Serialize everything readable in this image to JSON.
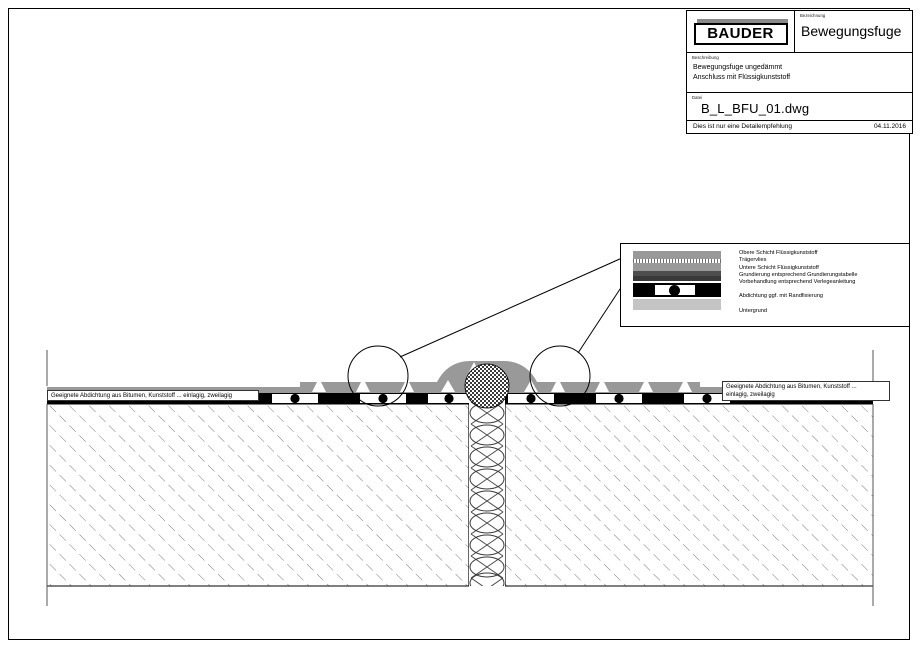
{
  "document": {
    "sheet_kind": "technical-detail-drawing",
    "manufacturer": "BAUDER"
  },
  "titleblock": {
    "logo_text": "BAUDER",
    "designation_tag": "Bezeichnung",
    "designation": "Bewegungsfuge",
    "description_tag": "Beschreibung",
    "description_line1": "Bewegungsfuge ungedämmt",
    "description_line2": "Anschluss mit Flüssigkunststoff",
    "file_tag": "Datei",
    "file_name": "B_L_BFU_01.dwg",
    "footer_note": "Dies ist nur eine Detailempfehlung",
    "footer_date": "04.11.2016"
  },
  "legend": {
    "items": [
      {
        "label": "Obere Schicht Flüssigkunststoff",
        "swatch": "grey-medium"
      },
      {
        "label": "Trägervlies",
        "swatch": "fleece-dashed"
      },
      {
        "label": "Untere Schicht Flüssigkunststoff",
        "swatch": "grey-medium"
      },
      {
        "label": "Grundierung entsprechend Grundierungstabelle",
        "swatch": "dark-grey"
      },
      {
        "label": "Vorbehandlung entsprechend Verlegeanleitung",
        "swatch": "darker-grey"
      },
      {
        "label": "Abdichtung ggf. mit Randfixierung",
        "swatch": "black-membrane-with-dot"
      },
      {
        "label": "Untergrund",
        "swatch": "light-grey"
      }
    ]
  },
  "annotations": {
    "left_label": "Geeignete Abdichtung aus Bitumen, Kunststoff ...  einlagig, zweilagig",
    "right_label_line1": "Geeignete Abdichtung aus Bitumen, Kunststoff ...",
    "right_label_line2": "einlagig, zweilagig"
  },
  "colors": {
    "liquid_plastic": "#999999",
    "primer": "#4d4d4d",
    "pretreatment": "#383838",
    "membrane": "#000000",
    "substrate": "#c4c4c4",
    "fleece": "#d5d5d5",
    "line": "#000000"
  }
}
